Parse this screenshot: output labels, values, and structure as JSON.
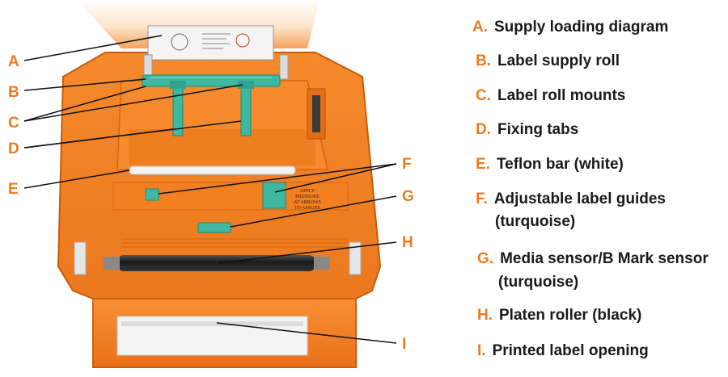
{
  "colors": {
    "printer_body": "#f07d1c",
    "printer_dark": "#c85a0a",
    "printer_light": "#ff9a3c",
    "turquoise": "#3fb8a2",
    "letter_accent": "#ee7b1f",
    "text": "#1a1a1a"
  },
  "callouts": [
    "A",
    "B",
    "C",
    "D",
    "E",
    "F",
    "G",
    "H",
    "I"
  ],
  "legend": [
    {
      "letter": "A.",
      "label": "Supply loading diagram"
    },
    {
      "letter": "B.",
      "label": "Label supply roll"
    },
    {
      "letter": "C.",
      "label": "Label roll mounts"
    },
    {
      "letter": "D.",
      "label": "Fixing tabs"
    },
    {
      "letter": "E.",
      "label": "Teflon bar (white)"
    },
    {
      "letter": "F.",
      "label": "Adjustable label guides",
      "cont": "(turquoise)"
    },
    {
      "letter": "G.",
      "label": "Media sensor/B Mark sensor",
      "cont": "(turquoise)"
    },
    {
      "letter": "H.",
      "label": "Platen roller (black)"
    },
    {
      "letter": "I.",
      "label": "Printed label opening"
    }
  ],
  "printer_stamp": [
    "APPLY",
    "PRESSURE",
    "AT ARROWS",
    "TO ASSURE"
  ]
}
